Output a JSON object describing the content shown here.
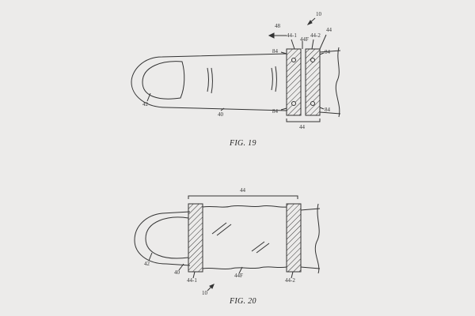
{
  "fig19": {
    "caption": "FIG. 19",
    "labels": {
      "ref_10": "10",
      "ref_48": "48",
      "ref_44_top": "44",
      "ref_44_1": "44-1",
      "ref_44F": "44F",
      "ref_44_2": "44-2",
      "ref_84_tl": "84",
      "ref_84_tr": "84",
      "ref_84_bl": "84",
      "ref_84_br": "84",
      "ref_42": "42",
      "ref_40": "40",
      "ref_44_bottom": "44"
    }
  },
  "fig20": {
    "caption": "FIG. 20",
    "labels": {
      "ref_44_top": "44",
      "ref_42": "42",
      "ref_40": "40",
      "ref_44_1": "44-1",
      "ref_44F": "44F",
      "ref_44_2": "44-2",
      "ref_10": "10"
    }
  },
  "colors": {
    "background": "#ecebea",
    "line": "#333333"
  }
}
